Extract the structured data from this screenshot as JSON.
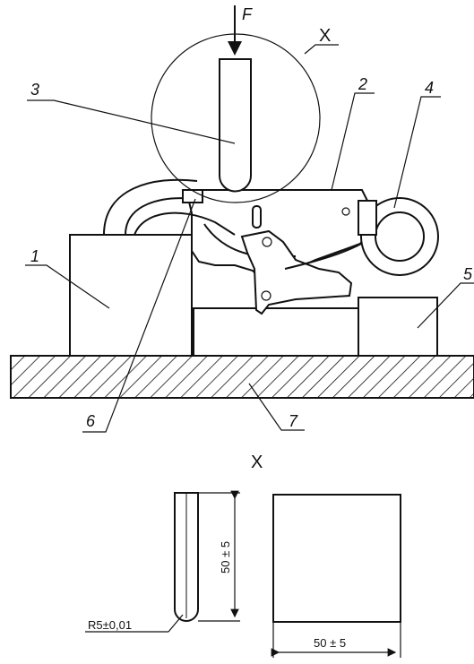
{
  "labels": {
    "force": "F",
    "detail_marker": "X",
    "part_1": "1",
    "part_2": "2",
    "part_3": "3",
    "part_4": "4",
    "part_5": "5",
    "part_6": "6",
    "part_7": "7"
  },
  "detail": {
    "title": "X",
    "radius_dim": "R5±0,01",
    "height_dim": "50 ± 5",
    "width_dim": "50 ± 5"
  }
}
